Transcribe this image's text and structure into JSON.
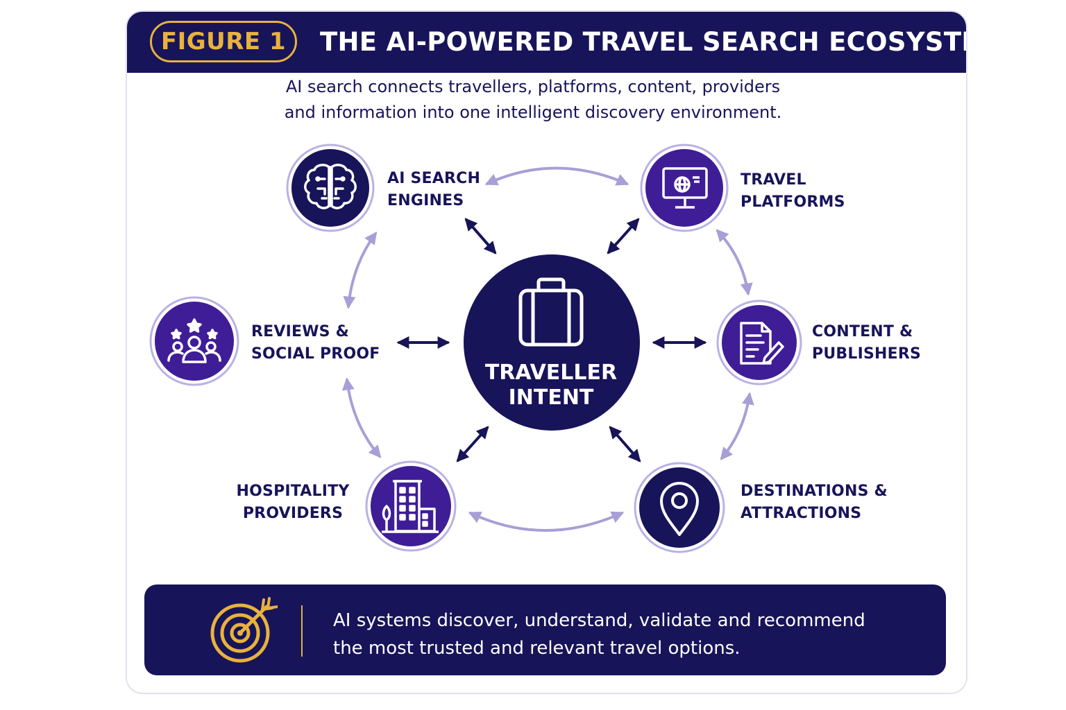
{
  "header": {
    "figure_label": "FIGURE 1",
    "title": "THE AI-POWERED TRAVEL SEARCH ECOSYSTEM™"
  },
  "subtitle": {
    "line1": "AI search connects travellers, platforms, content, providers",
    "line2": "and information into one intelligent discovery environment."
  },
  "hub": {
    "line1": "TRAVELLER",
    "line2": "INTENT",
    "icon": "suitcase-icon"
  },
  "nodes": [
    {
      "id": "ai-search-engines",
      "line1": "AI SEARCH",
      "line2": "ENGINES",
      "icon": "brain-icon"
    },
    {
      "id": "travel-platforms",
      "line1": "TRAVEL",
      "line2": "PLATFORMS",
      "icon": "monitor-globe-icon"
    },
    {
      "id": "content-publishers",
      "line1": "CONTENT &",
      "line2": "PUBLISHERS",
      "icon": "document-pen-icon"
    },
    {
      "id": "destinations-attractions",
      "line1": "DESTINATIONS &",
      "line2": "ATTRACTIONS",
      "icon": "location-pin-icon"
    },
    {
      "id": "hospitality-providers",
      "line1": "HOSPITALITY",
      "line2": "PROVIDERS",
      "icon": "building-icon"
    },
    {
      "id": "reviews-social-proof",
      "line1": "REVIEWS &",
      "line2": "SOCIAL PROOF",
      "icon": "people-stars-icon"
    }
  ],
  "footer": {
    "line1": "AI systems discover, understand, validate and recommend",
    "line2": "the most trusted and relevant travel options.",
    "icon": "target-arrow-icon"
  },
  "colors": {
    "navy": "#17145a",
    "purple": "#3f1d96",
    "gold": "#e8b23c",
    "lavender": "#a79fd6"
  }
}
